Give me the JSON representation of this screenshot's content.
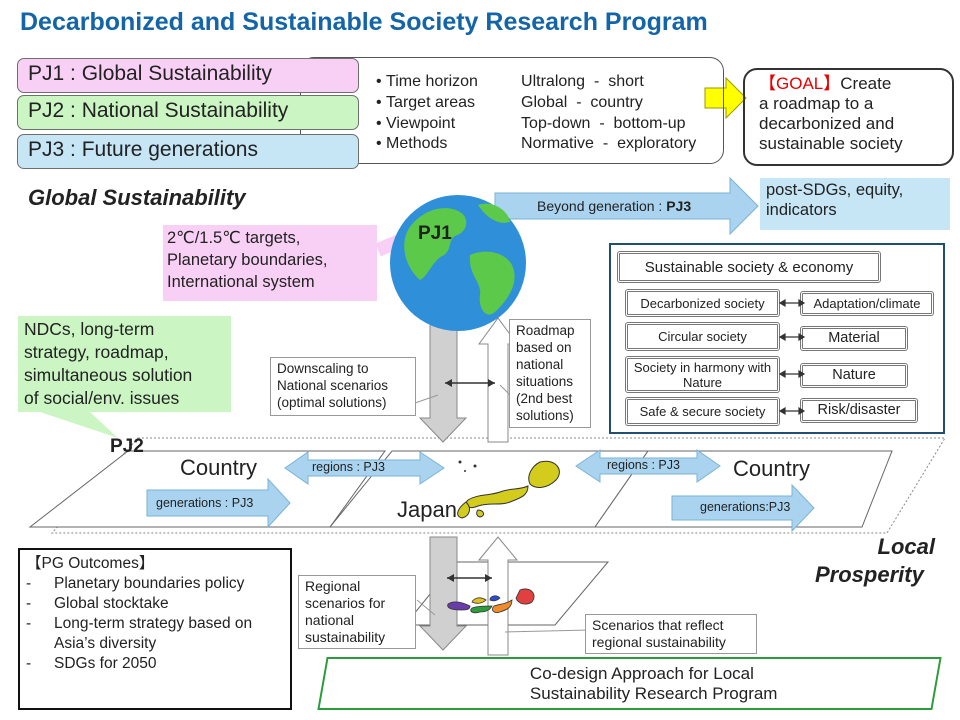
{
  "title": "Decarbonized and Sustainable Society Research Program",
  "projects": [
    {
      "label": "PJ1 : Global Sustainability",
      "color": "#f9d0f5"
    },
    {
      "label": "PJ2 : National Sustainability",
      "color": "#cbf5c3"
    },
    {
      "label": "PJ3 : Future generations",
      "color": "#c6e5f5"
    }
  ],
  "dimensions": [
    {
      "key": "Time horizon",
      "value": "Ultralong  -  short"
    },
    {
      "key": "Target areas",
      "value": "Global  -  country"
    },
    {
      "key": "Viewpoint",
      "value": "Top-down  -  bottom-up"
    },
    {
      "key": "Methods",
      "value": "Normative  -  exploratory"
    }
  ],
  "goal": {
    "tag": "【GOAL】",
    "line1": "Create",
    "line2": "a roadmap to a",
    "line3": "decarbonized and",
    "line4": "sustainable society"
  },
  "global_heading": "Global Sustainability",
  "beyond_generation": "Beyond generation : ",
  "beyond_pj": "PJ3",
  "post_sdgs": [
    "post-SDGs, equity,",
    "indicators"
  ],
  "globe_label": "PJ1",
  "pj1_notes": [
    "2℃/1.5℃ targets,",
    "Planetary boundaries,",
    "International system"
  ],
  "pj2_notes": [
    "NDCs, long-term",
    "strategy, roadmap,",
    "simultaneous solution",
    "of social/env. issues"
  ],
  "downscaling": [
    "Downscaling to",
    "National scenarios",
    "(optimal solutions)"
  ],
  "roadmap": [
    "Roadmap",
    "based on",
    "national",
    "situations",
    "(2nd best",
    "solutions)"
  ],
  "society": {
    "header": "Sustainable society & economy",
    "rows": [
      {
        "left": "Decarbonized society",
        "right": "Adaptation/climate"
      },
      {
        "left": "Circular society",
        "right": "Material"
      },
      {
        "left": "Society in harmony with Nature",
        "right": "Nature"
      },
      {
        "left": "Safe & secure society",
        "right": "Risk/disaster"
      }
    ]
  },
  "pj2_label": "PJ2",
  "country_left": "Country",
  "country_right": "Country",
  "japan": "Japan",
  "regions_left": "regions : PJ3",
  "regions_right": "regions : PJ3",
  "generations_left": "generations : PJ3",
  "generations_right": "generations:PJ3",
  "local_prosperity": [
    "Local",
    "Prosperity"
  ],
  "outcomes": {
    "title": "【PG Outcomes】",
    "items": [
      "Planetary boundaries policy",
      "Global stocktake",
      "Long-term strategy based on Asia’s diversity",
      "SDGs for 2050"
    ]
  },
  "regional_scenarios": [
    "Regional",
    "scenarios for",
    "national",
    "sustainability"
  ],
  "scenarios_reflect": [
    "Scenarios that reflect",
    "regional sustainability"
  ],
  "codesign": [
    "Co-design Approach for Local",
    "Sustainability Research Program"
  ],
  "colors": {
    "title": "#1464a8",
    "pink": "#f9d0f5",
    "green": "#cbf5c3",
    "blue": "#c6e5f5",
    "goal_tag": "#e60000",
    "arrow_blue": "#a9d3ee",
    "frame": "#1f4e6f",
    "codesign_border": "#2a9c3c",
    "japan_map": "#d4cc1c"
  }
}
